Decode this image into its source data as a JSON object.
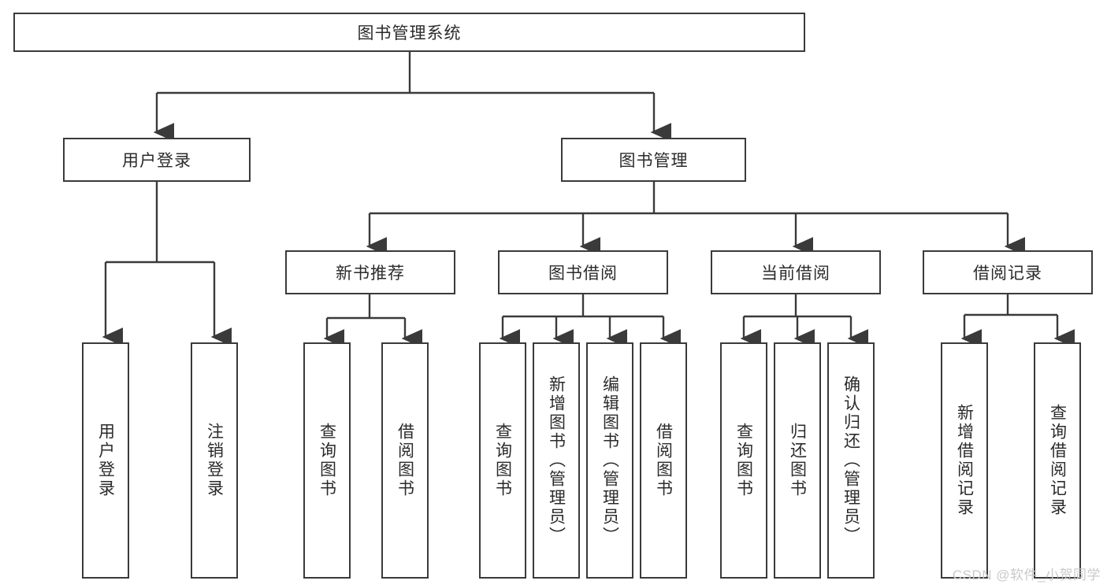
{
  "diagram": {
    "title": "图书管理系统",
    "watermark": "CSDN @软件_小贺同学",
    "colors": {
      "box_border": "#3a3a3a",
      "box_fill": "#ffffff",
      "connector": "#3a3a3a",
      "text": "#2b2b2b",
      "watermark": "#c9c9c9",
      "background": "#ffffff"
    },
    "nodes": {
      "root": {
        "label": "图书管理系统"
      },
      "level2": [
        {
          "id": "user-login",
          "label": "用户登录"
        },
        {
          "id": "book-management",
          "label": "图书管理"
        }
      ],
      "level3": [
        {
          "id": "new-book-recommend",
          "label": "新书推荐"
        },
        {
          "id": "book-borrow",
          "label": "图书借阅"
        },
        {
          "id": "current-borrow",
          "label": "当前借阅"
        },
        {
          "id": "borrow-record",
          "label": "借阅记录"
        }
      ],
      "leaves_user_login": [
        {
          "id": "leaf-user-login",
          "label": "用户登录"
        },
        {
          "id": "leaf-logout",
          "label": "注销登录"
        }
      ],
      "leaves_new_book_recommend": [
        {
          "id": "leaf-query-book-1",
          "label": "查询图书"
        },
        {
          "id": "leaf-borrow-book-1",
          "label": "借阅图书"
        }
      ],
      "leaves_book_borrow": [
        {
          "id": "leaf-query-book-2",
          "label": "查询图书"
        },
        {
          "id": "leaf-add-book",
          "label": "新增图书（管理员）"
        },
        {
          "id": "leaf-edit-book",
          "label": "编辑图书（管理员）"
        },
        {
          "id": "leaf-borrow-book-2",
          "label": "借阅图书"
        }
      ],
      "leaves_current_borrow": [
        {
          "id": "leaf-query-book-3",
          "label": "查询图书"
        },
        {
          "id": "leaf-return-book",
          "label": "归还图书"
        },
        {
          "id": "leaf-confirm-return",
          "label": "确认归还（管理员）"
        }
      ],
      "leaves_borrow_record": [
        {
          "id": "leaf-add-record",
          "label": "新增借阅记录"
        },
        {
          "id": "leaf-query-record",
          "label": "查询借阅记录"
        }
      ]
    }
  }
}
